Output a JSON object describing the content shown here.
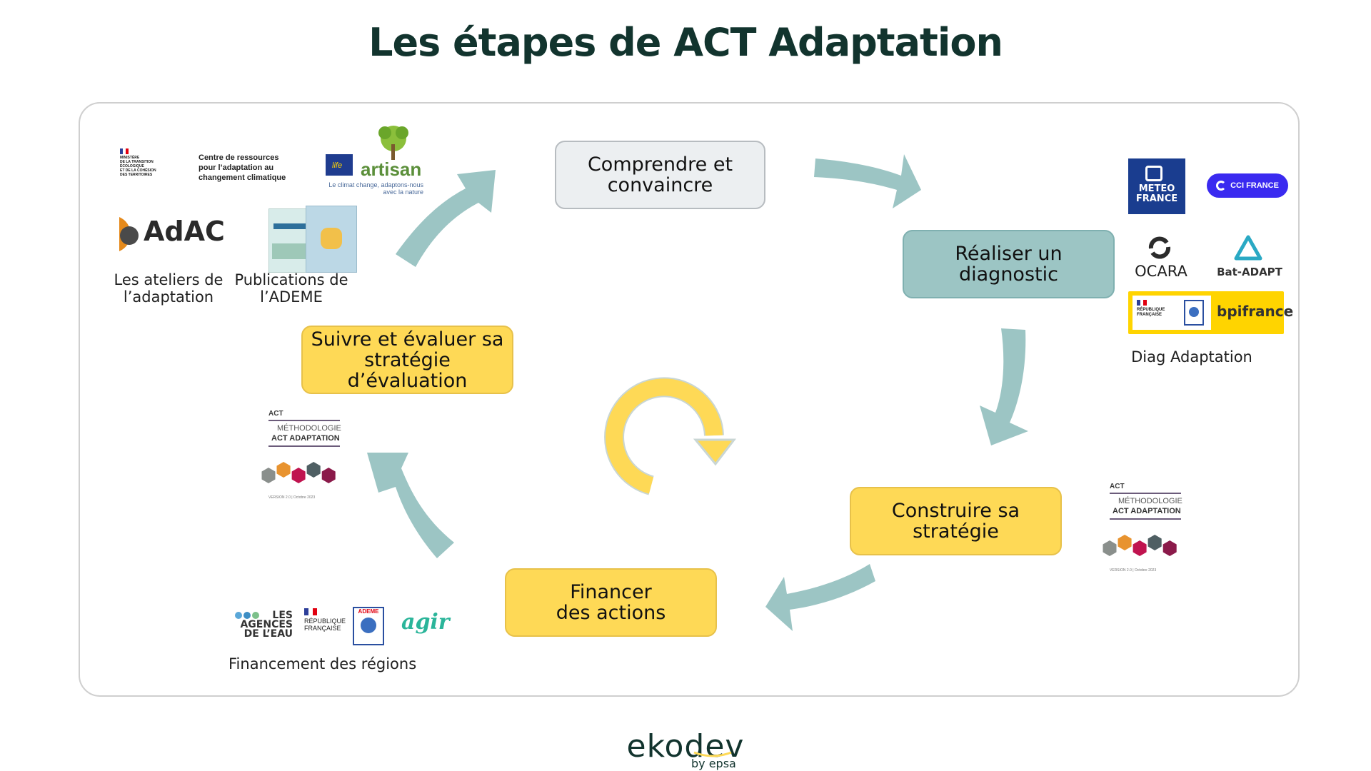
{
  "title": "Les étapes de ACT Adaptation",
  "steps": {
    "comprendre": "Comprendre et\nconvaincre",
    "diagnostic": "Réaliser un\ndiagnostic",
    "construire": "Construire sa\nstratégie",
    "financer": "Financer\ndes actions",
    "suivre": "Suivre et évaluer sa\nstratégie d’évaluation"
  },
  "captions": {
    "ateliers": "Les ateliers de\nl’adaptation",
    "publications": "Publications de\nl’ADEME",
    "diag": "Diag Adaptation",
    "financement": "Financement des régions"
  },
  "logos": {
    "ministere": "MINISTÈRE\nDE LA TRANSITION\nÉCOLOGIQUE\nET DE LA COHÉSION\nDES TERRITOIRES",
    "centre_ressources": "Centre de ressources\npour l’adaptation au\nchangement climatique",
    "artisan_name": "artisan",
    "artisan_tagline": "Le climat change, adaptons-nous\navec la nature",
    "adac": "AdAC",
    "meteo": "METEO\nFRANCE",
    "cci": "CCI FRANCE",
    "ocara": "OCARA",
    "bat_adapt": "Bat-ADAPT",
    "republique": "RÉPUBLIQUE\nFRANÇAISE",
    "bpifrance": "bpifrance",
    "agences": "LES\nAGENCES\nDE L’EAU",
    "ademe": "ADEME",
    "agir": "agir"
  },
  "methodology_doc": {
    "act": "ACT",
    "line1": "MÉTHODOLOGIE",
    "line2": "ACT ADAPTATION",
    "version": "VERSION 2.0 | Octobre 2023",
    "hex_colors": [
      "#8a8f8c",
      "#e8932f",
      "#c0134f",
      "#4f5f63",
      "#8b1a4a"
    ]
  },
  "footer": {
    "brand": "ekodev",
    "sub": "by epsa"
  },
  "colors": {
    "arrow": "#9cc5c4",
    "cycle": "#fed956",
    "title": "#12342e"
  }
}
